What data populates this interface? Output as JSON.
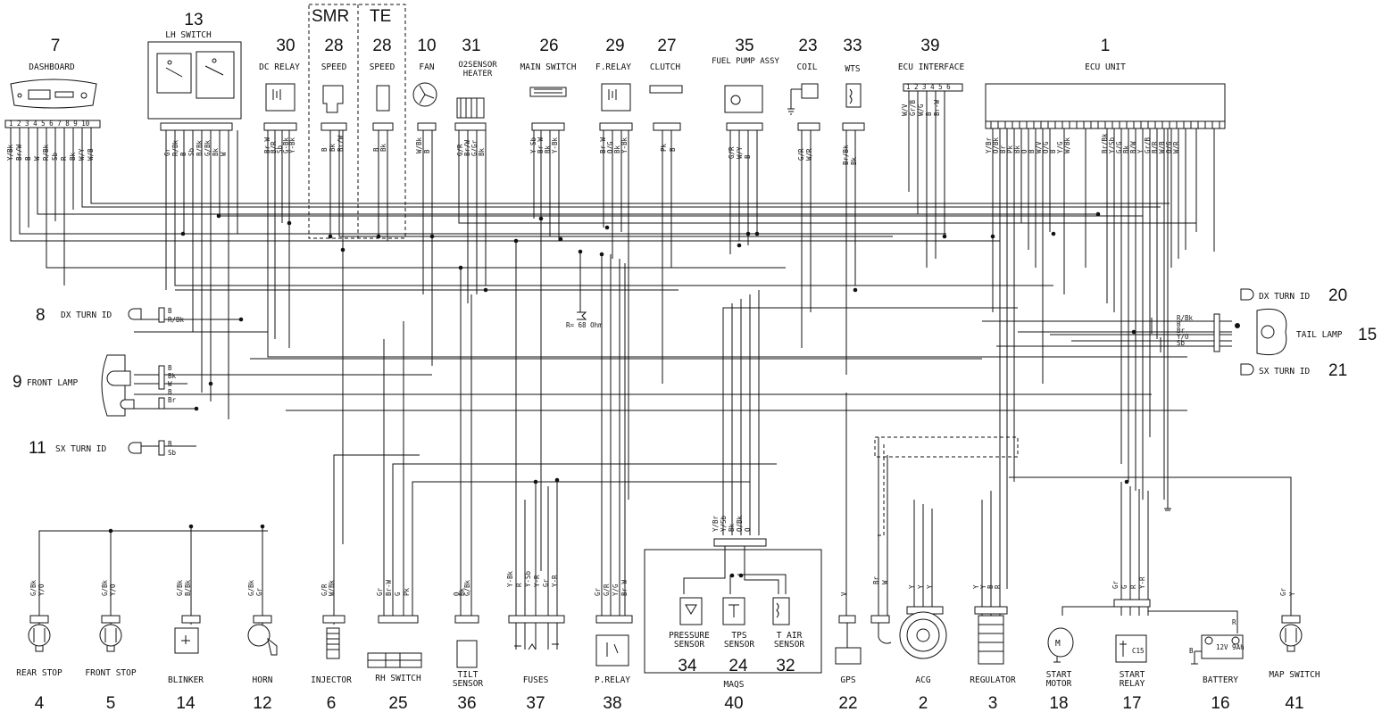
{
  "groups": {
    "smr": "SMR",
    "te": "TE"
  },
  "components": [
    {
      "key": "dashboard",
      "num": "7",
      "label": "DASHBOARD"
    },
    {
      "key": "lh_switch",
      "num": "13",
      "label": "LH SWITCH"
    },
    {
      "key": "dc_relay",
      "num": "30",
      "label": "DC RELAY"
    },
    {
      "key": "speed_smr",
      "num": "28",
      "label": "SPEED"
    },
    {
      "key": "speed_te",
      "num": "28",
      "label": "SPEED"
    },
    {
      "key": "fan",
      "num": "10",
      "label": "FAN"
    },
    {
      "key": "o2_heater",
      "num": "31",
      "label": "O2SENSOR HEATER"
    },
    {
      "key": "main_switch",
      "num": "26",
      "label": "MAIN SWITCH"
    },
    {
      "key": "f_relay",
      "num": "29",
      "label": "F.RELAY"
    },
    {
      "key": "clutch",
      "num": "27",
      "label": "CLUTCH"
    },
    {
      "key": "fuel_pump",
      "num": "35",
      "label": "FUEL PUMP ASSY"
    },
    {
      "key": "coil",
      "num": "23",
      "label": "COIL"
    },
    {
      "key": "wts",
      "num": "33",
      "label": "WTS"
    },
    {
      "key": "ecu_interface",
      "num": "39",
      "label": "ECU INTERFACE"
    },
    {
      "key": "ecu_unit",
      "num": "1",
      "label": "ECU UNIT"
    },
    {
      "key": "dx_turn_front",
      "num": "8",
      "label": "DX TURN ID"
    },
    {
      "key": "front_lamp",
      "num": "9",
      "label": "FRONT LAMP"
    },
    {
      "key": "sx_turn_front",
      "num": "11",
      "label": "SX TURN ID"
    },
    {
      "key": "dx_turn_rear",
      "num": "20",
      "label": "DX TURN ID"
    },
    {
      "key": "tail_lamp",
      "num": "15",
      "label": "TAIL LAMP"
    },
    {
      "key": "sx_turn_rear",
      "num": "21",
      "label": "SX TURN ID"
    },
    {
      "key": "rear_stop",
      "num": "4",
      "label": "REAR STOP"
    },
    {
      "key": "front_stop",
      "num": "5",
      "label": "FRONT STOP"
    },
    {
      "key": "blinker",
      "num": "14",
      "label": "BLINKER"
    },
    {
      "key": "horn",
      "num": "12",
      "label": "HORN"
    },
    {
      "key": "injector",
      "num": "6",
      "label": "INJECTOR"
    },
    {
      "key": "rh_switch",
      "num": "25",
      "label": "RH SWITCH"
    },
    {
      "key": "tilt_sensor",
      "num": "36",
      "label": "TILT SENSOR"
    },
    {
      "key": "fuses",
      "num": "37",
      "label": "FUSES"
    },
    {
      "key": "p_relay",
      "num": "38",
      "label": "P.RELAY"
    },
    {
      "key": "pressure_sensor",
      "num": "34",
      "label": "PRESSURE SENSOR"
    },
    {
      "key": "tps_sensor",
      "num": "24",
      "label": "TPS SENSOR"
    },
    {
      "key": "t_air_sensor",
      "num": "32",
      "label": "T AIR SENSOR"
    },
    {
      "key": "maqs",
      "num": "40",
      "label": "MAQS"
    },
    {
      "key": "gps",
      "num": "22",
      "label": "GPS"
    },
    {
      "key": "acg",
      "num": "2",
      "label": "ACG"
    },
    {
      "key": "regulator",
      "num": "3",
      "label": "REGULATOR"
    },
    {
      "key": "start_motor",
      "num": "18",
      "label": "START MOTOR"
    },
    {
      "key": "start_relay",
      "num": "17",
      "label": "START RELAY"
    },
    {
      "key": "battery",
      "num": "16",
      "label": "BATTERY"
    },
    {
      "key": "map_switch",
      "num": "41",
      "label": "MAP SWITCH"
    }
  ],
  "annotations": {
    "resistor": "R= 68 Ohm",
    "battery_rating": "12V 9Ah",
    "start_relay_fuse": "C15"
  },
  "wire_codes": {
    "dashboard": [
      "Y/Bk",
      "Br/W",
      "B",
      "W",
      "R/Bk",
      "Sb",
      "R",
      "Bk",
      "W/Y",
      "W/B"
    ],
    "lh_switch": [
      "Gr",
      "R/Bk",
      "B",
      "Sb",
      "B/Bk",
      "G/Bk",
      "Bk",
      "W"
    ],
    "dc_relay": [
      "Br-W",
      "B/R",
      "Sb",
      "G-Bk",
      "Y-Bk"
    ],
    "speed_smr": [
      "B",
      "Bk",
      "Br/W"
    ],
    "speed_te": [
      "B",
      "Bk"
    ],
    "fan": [
      "W/Bk",
      "B"
    ],
    "o2_heater": [
      "G/R",
      "Br/W",
      "G/Gr",
      "Bk"
    ],
    "main_switch": [
      "Y-Sb",
      "Br-W",
      "Bk",
      "Y-Bk"
    ],
    "f_relay": [
      "Br-W",
      "O/G",
      "Bk",
      "Y-Bk"
    ],
    "clutch": [
      "Pk",
      "B"
    ],
    "fuel_pump": [
      "G/R",
      "W/Y",
      "B"
    ],
    "coil": [
      "G/R",
      "W/R"
    ],
    "wts": [
      "Br/Bk",
      "Bk"
    ],
    "ecu_interface": [
      "W/V",
      "Gr/B",
      "W/G",
      "B",
      "Br-W"
    ],
    "ecu_left": [
      "Y/Br",
      "O/Bk",
      "Br",
      "Pk",
      "Bk",
      "O",
      "B",
      "W/V",
      "O/G",
      "B",
      "Y/G",
      "W/Bk"
    ],
    "ecu_right": [
      "Br/Bk",
      "Y/Sb",
      "G/G",
      "Bk",
      "B/W",
      "Y",
      "Gr/B",
      "B/R",
      "W/B",
      "O/G",
      "W/R"
    ],
    "dx_turn_front": [
      "B",
      "R/Bk"
    ],
    "front_lamp": [
      "B",
      "Bk",
      "W",
      "B",
      "Br"
    ],
    "sx_turn_front": [
      "B",
      "Sb"
    ],
    "tail_lamp": [
      "R/Bk",
      "B",
      "Br",
      "Y/O",
      "Sb"
    ],
    "rear_stop": [
      "G/Bk",
      "Y/O"
    ],
    "front_stop": [
      "G/Bk",
      "Y/O"
    ],
    "blinker": [
      "G/Bk",
      "B/Bk"
    ],
    "horn": [
      "G/Bk",
      "Gr"
    ],
    "injector": [
      "G/R",
      "W/Bk"
    ],
    "rh_switch": [
      "Gr",
      "Br-W",
      "G",
      "Pk"
    ],
    "tilt_sensor": [
      "O",
      "Bk",
      "G/Bk"
    ],
    "fuses": [
      "Y-Bk",
      "R",
      "Y-Sb",
      "Y-R",
      "Gr",
      "Y-R"
    ],
    "p_relay": [
      "Gr",
      "G/R",
      "Y/G",
      "Br-W"
    ],
    "maqs": [
      "Y/Br",
      "Y/Sb",
      "Bk",
      "O/Bk",
      "O"
    ],
    "gps": [
      "V"
    ],
    "acg_left": [
      "Br",
      "W"
    ],
    "acg": [
      "Y",
      "Y",
      "Y"
    ],
    "regulator": [
      "Y",
      "Y",
      "B",
      "R"
    ],
    "start_relay": [
      "Gr",
      "G",
      "R",
      "Y-R"
    ],
    "battery": [
      "B",
      "R"
    ],
    "map_switch": [
      "Gr",
      "Y"
    ]
  }
}
